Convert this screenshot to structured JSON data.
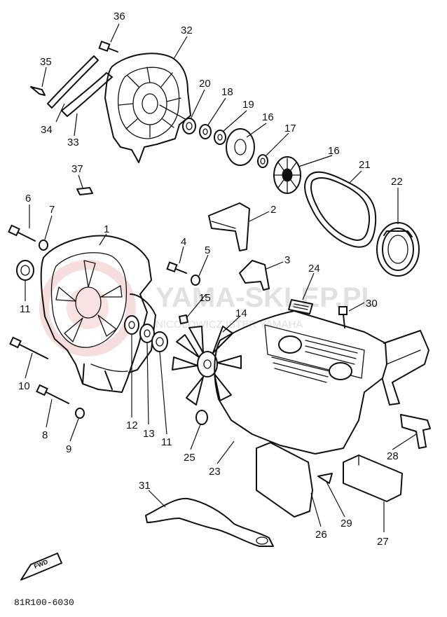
{
  "diagram": {
    "catalog_code": "81R100-6030",
    "fwd_label": "FWD",
    "watermark": {
      "brand": "YAMA-SKLEP.PL",
      "sub": "NICOŁOWICZ ISTER YAMAHA"
    },
    "labels": {
      "l1": "1",
      "l2": "2",
      "l3": "3",
      "l4": "4",
      "l5": "5",
      "l6": "6",
      "l7": "7",
      "l8": "8",
      "l9": "9",
      "l10": "10",
      "l11a": "11",
      "l11b": "11",
      "l12": "12",
      "l13": "13",
      "l14": "14",
      "l15": "15",
      "l16a": "16",
      "l16b": "16",
      "l17": "17",
      "l18": "18",
      "l19": "19",
      "l20": "20",
      "l21": "21",
      "l22": "22",
      "l23": "23",
      "l24": "24",
      "l25": "25",
      "l26": "26",
      "l27": "27",
      "l28": "28",
      "l29": "29",
      "l30": "30",
      "l31": "31",
      "l32": "32",
      "l33": "33",
      "l34": "34",
      "l35": "35",
      "l36": "36",
      "l37": "37"
    }
  }
}
